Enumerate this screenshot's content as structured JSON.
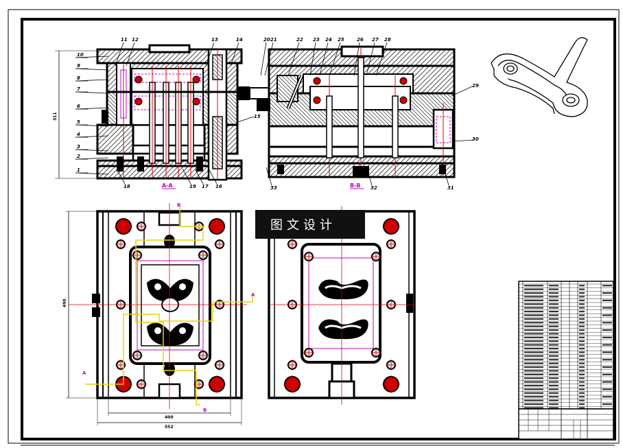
{
  "drawing": {
    "section_aa_label": "A-A",
    "section_bb_label": "B-B",
    "height_dim": "311",
    "plan_height_dim": "490",
    "plan_width_inner": "400",
    "plan_width_outer": "552",
    "cut_labels": [
      "A",
      "A",
      "B",
      "B"
    ],
    "left_callouts": [
      "10",
      "9",
      "8",
      "7",
      "6",
      "5",
      "4",
      "3",
      "2",
      "1"
    ],
    "top_callouts_a": [
      "11",
      "12",
      "13",
      "14"
    ],
    "top_callouts_b": [
      "20",
      "21",
      "22",
      "23",
      "24",
      "25",
      "26",
      "27",
      "28"
    ],
    "bottom_callouts_a": [
      "18",
      "19",
      "17",
      "16"
    ],
    "callout_15": "15",
    "callout_29": "29",
    "callout_30": "30",
    "bottom_callouts_b": [
      "33",
      "32",
      "31"
    ],
    "watermark": "图文设计"
  },
  "colors": {
    "line": "#000000",
    "red": "#e00000",
    "magenta": "#c000c0",
    "yellow": "#e8d400",
    "watermark_bg": "#111111"
  }
}
